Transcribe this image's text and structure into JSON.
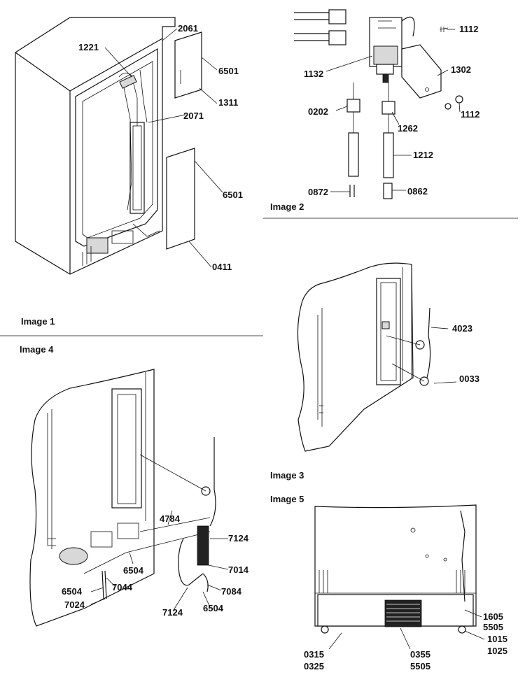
{
  "captions": {
    "image1": "Image 1",
    "image2": "Image 2",
    "image3": "Image 3",
    "image4": "Image 4",
    "image5": "Image 5"
  },
  "parts": {
    "img1": [
      "2061",
      "1221",
      "6501",
      "1311",
      "2071",
      "6501",
      "0411"
    ],
    "img2": [
      "1112",
      "1132",
      "1302",
      "0202",
      "1262",
      "1112",
      "1212",
      "0872",
      "0862"
    ],
    "img3": [
      "4023",
      "0033"
    ],
    "img4": [
      "4784",
      "7124",
      "6504",
      "7014",
      "7044",
      "6504",
      "7024",
      "7084",
      "7124",
      "6504"
    ],
    "img5": [
      "1605",
      "5505",
      "1015",
      "1025",
      "0315",
      "0325",
      "0355",
      "5505"
    ]
  }
}
